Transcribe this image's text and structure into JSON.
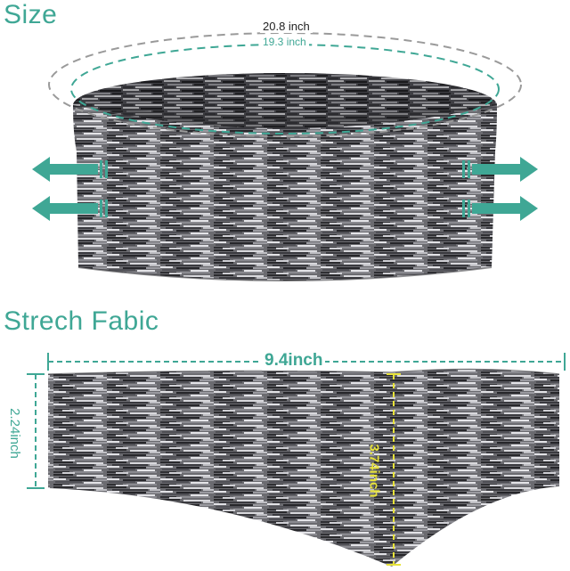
{
  "titles": {
    "size": "Size",
    "stretch": "Strech Fabic"
  },
  "measurements": {
    "outer_circumference": "20.8 inch",
    "inner_circumference": "19.3 inch",
    "flat_width": "9.4inch",
    "flat_height": "2.24inch",
    "center_height": "3.74inch"
  },
  "colors": {
    "teal": "#3fa795",
    "yellow": "#e8e33a",
    "fabric_dark": "#3a3a3d",
    "fabric_light": "#d9d9dc"
  },
  "icons": [
    "stretch-arrow-left-icon",
    "stretch-arrow-right-icon"
  ]
}
